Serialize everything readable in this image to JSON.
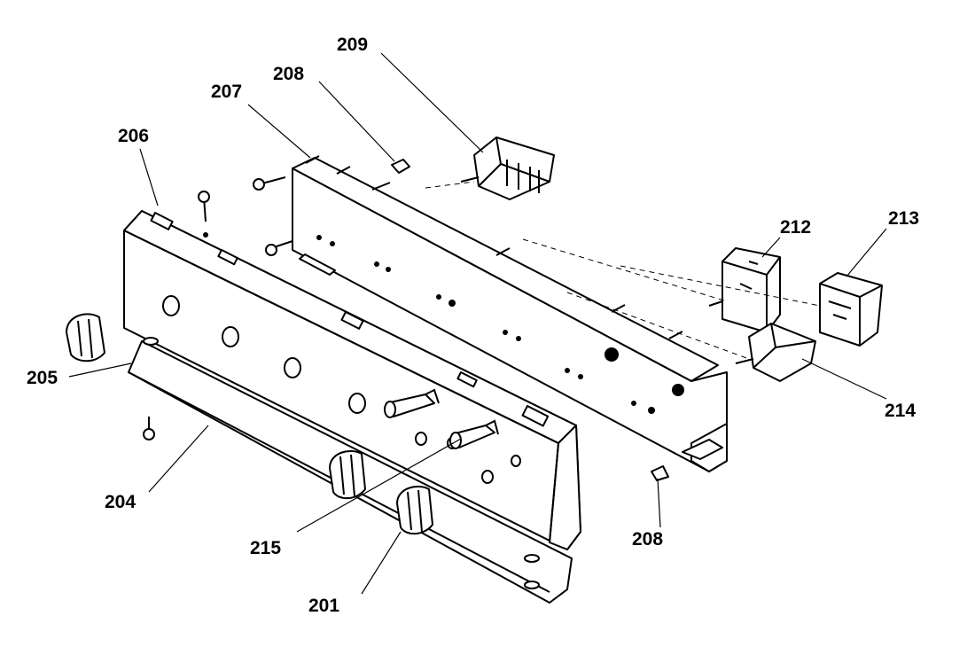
{
  "callouts": {
    "c201": "201",
    "c204": "204",
    "c205": "205",
    "c206": "206",
    "c207": "207",
    "c208_top": "208",
    "c208_bottom": "208",
    "c209": "209",
    "c212": "212",
    "c213": "213",
    "c214": "214",
    "c215": "215"
  },
  "parts": [
    {
      "ref": "201",
      "icon": "control-knob-icon"
    },
    {
      "ref": "204",
      "icon": "trim-strip-icon"
    },
    {
      "ref": "205",
      "icon": "control-knob-icon"
    },
    {
      "ref": "206",
      "icon": "control-panel-fascia-icon"
    },
    {
      "ref": "207",
      "icon": "mounting-bracket-icon"
    },
    {
      "ref": "208",
      "icon": "clip-icon"
    },
    {
      "ref": "209",
      "icon": "selector-switch-icon"
    },
    {
      "ref": "212",
      "icon": "energy-regulator-icon"
    },
    {
      "ref": "213",
      "icon": "energy-regulator-icon"
    },
    {
      "ref": "214",
      "icon": "thermostat-icon"
    },
    {
      "ref": "215",
      "icon": "push-button-icon"
    }
  ]
}
